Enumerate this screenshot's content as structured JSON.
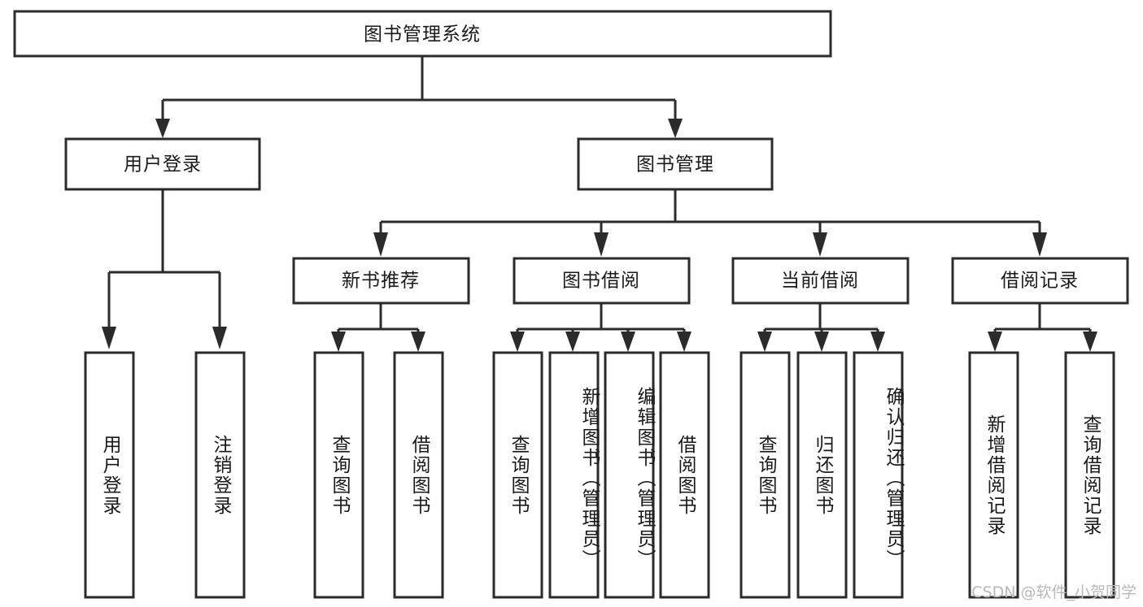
{
  "diagram": {
    "title": "图书管理系统",
    "type": "tree",
    "watermark": "CSDN @软件_小贺同学",
    "colors": {
      "box_fill": "#ffffff",
      "box_stroke": "#2b2b2b",
      "connector": "#2b2b2b",
      "text": "#1a1a1a",
      "background": "#ffffff",
      "watermark": "#b9b9b9"
    },
    "root": {
      "id": "root",
      "label": "图书管理系统",
      "orientation": "horizontal"
    },
    "level2": [
      {
        "id": "user-login",
        "label": "用户登录",
        "orientation": "horizontal"
      },
      {
        "id": "book-management",
        "label": "图书管理",
        "orientation": "horizontal"
      }
    ],
    "level3": [
      {
        "id": "new-book-recommend",
        "label": "新书推荐",
        "parent": "book-management",
        "orientation": "horizontal"
      },
      {
        "id": "book-borrow",
        "label": "图书借阅",
        "parent": "book-management",
        "orientation": "horizontal"
      },
      {
        "id": "current-borrow",
        "label": "当前借阅",
        "parent": "book-management",
        "orientation": "horizontal"
      },
      {
        "id": "borrow-records",
        "label": "借阅记录",
        "parent": "book-management",
        "orientation": "horizontal"
      }
    ],
    "leaves": [
      {
        "id": "leaf-user-login",
        "label": "用户登录",
        "parent": "user-login",
        "orientation": "vertical"
      },
      {
        "id": "leaf-user-logout",
        "label": "注销登录",
        "parent": "user-login",
        "orientation": "vertical"
      },
      {
        "id": "leaf-query-book-1",
        "label": "查询图书",
        "parent": "new-book-recommend",
        "orientation": "vertical"
      },
      {
        "id": "leaf-borrow-book-1",
        "label": "借阅图书",
        "parent": "new-book-recommend",
        "orientation": "vertical"
      },
      {
        "id": "leaf-query-book-2",
        "label": "查询图书",
        "parent": "book-borrow",
        "orientation": "vertical"
      },
      {
        "id": "leaf-add-book",
        "label": "新增图书（管理员）",
        "parent": "book-borrow",
        "orientation": "vertical"
      },
      {
        "id": "leaf-edit-book",
        "label": "编辑图书（管理员）",
        "parent": "book-borrow",
        "orientation": "vertical"
      },
      {
        "id": "leaf-borrow-book-2",
        "label": "借阅图书",
        "parent": "book-borrow",
        "orientation": "vertical"
      },
      {
        "id": "leaf-query-book-3",
        "label": "查询图书",
        "parent": "current-borrow",
        "orientation": "vertical"
      },
      {
        "id": "leaf-return-book",
        "label": "归还图书",
        "parent": "current-borrow",
        "orientation": "vertical"
      },
      {
        "id": "leaf-confirm-return",
        "label": "确认归还（管理员）",
        "parent": "current-borrow",
        "orientation": "vertical"
      },
      {
        "id": "leaf-add-record",
        "label": "新增借阅记录",
        "parent": "borrow-records",
        "orientation": "vertical"
      },
      {
        "id": "leaf-query-record",
        "label": "查询借阅记录",
        "parent": "borrow-records",
        "orientation": "vertical"
      }
    ]
  }
}
